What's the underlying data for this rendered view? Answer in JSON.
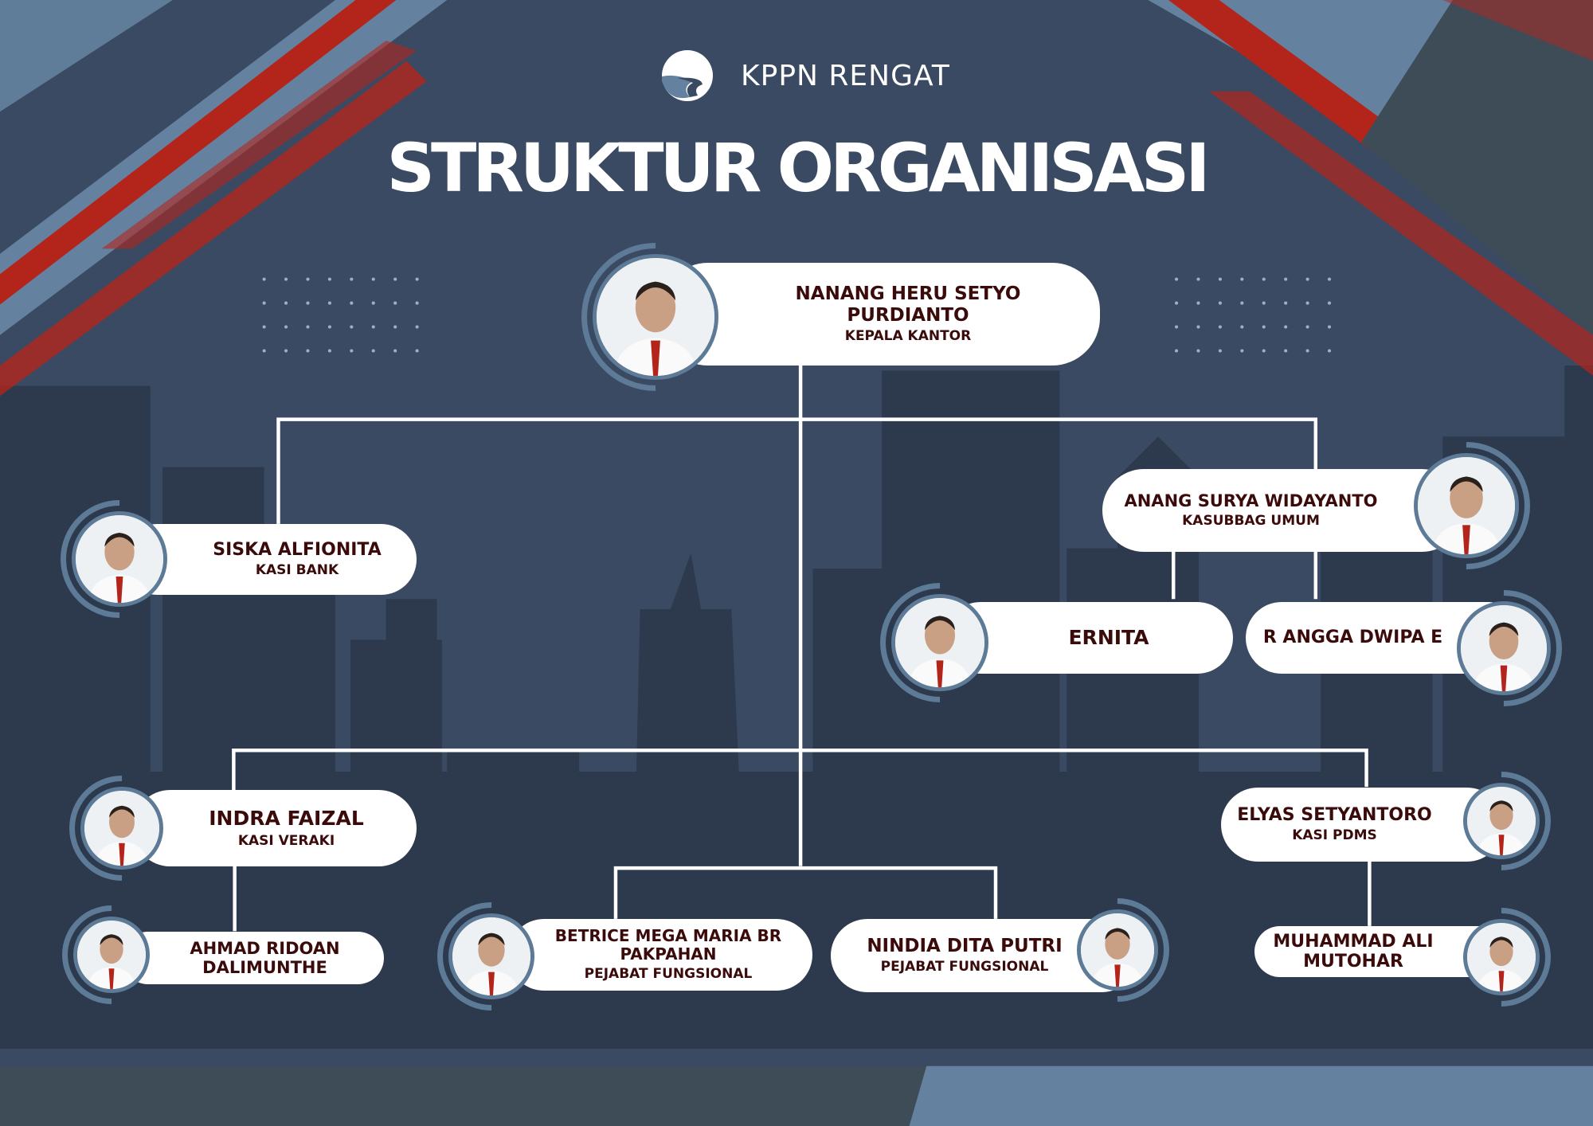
{
  "brand": {
    "name": "KPPN RENGAT",
    "logo_icon": "kppn-wave-logo"
  },
  "title": "STRUKTUR ORGANISASI",
  "colors": {
    "background": "#3a4a62",
    "accent_red": "#b3241b",
    "accent_blue": "#6482a0",
    "text": "#3b0a0a"
  },
  "people": [
    {
      "id": "head",
      "name": "NANANG HERU SETYO PURDIANTO",
      "role": "KEPALA KANTOR"
    },
    {
      "id": "siska",
      "name": "SISKA ALFIONITA",
      "role": "KASI BANK"
    },
    {
      "id": "anang",
      "name": "ANANG SURYA WIDAYANTO",
      "role": "KASUBBAG UMUM"
    },
    {
      "id": "ernita",
      "name": "ERNITA",
      "role": ""
    },
    {
      "id": "angga",
      "name": "R ANGGA DWIPA E",
      "role": ""
    },
    {
      "id": "indra",
      "name": "INDRA FAIZAL",
      "role": "KASI VERAKI"
    },
    {
      "id": "ahmad",
      "name": "AHMAD RIDOAN DALIMUNTHE",
      "role": ""
    },
    {
      "id": "betrice",
      "name": "BETRICE MEGA MARIA BR PAKPAHAN",
      "role": "PEJABAT FUNGSIONAL"
    },
    {
      "id": "nindia",
      "name": "NINDIA DITA PUTRI",
      "role": "PEJABAT FUNGSIONAL"
    },
    {
      "id": "elyas",
      "name": "ELYAS SETYANTORO",
      "role": "KASI PDMS"
    },
    {
      "id": "muhammad",
      "name": "MUHAMMAD ALI MUTOHAR",
      "role": ""
    }
  ]
}
